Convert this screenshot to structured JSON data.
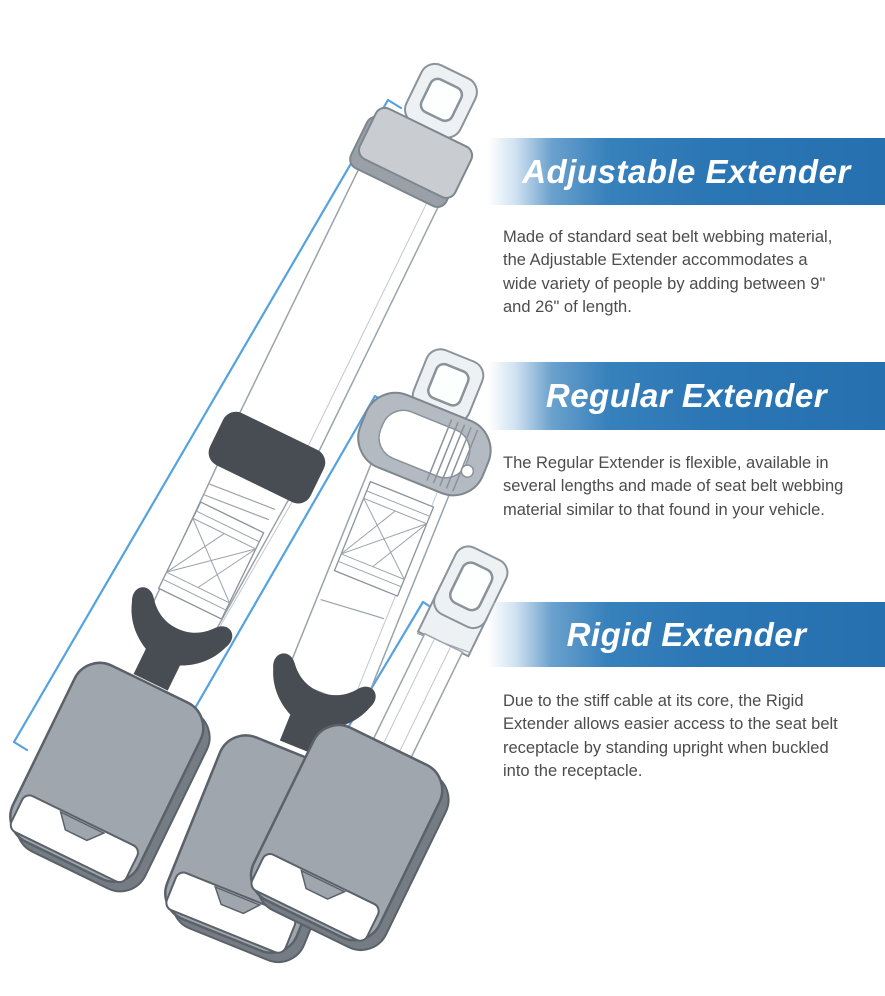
{
  "colors": {
    "banner_blue": "#2b76b4",
    "heading_text": "#ffffff",
    "body_text": "#4c4c4c",
    "bracket_blue": "#55a2e0",
    "buckle_gray": "#a0a6ad",
    "buckle_side_gray": "#757c84",
    "dark_gray": "#484d53",
    "sleeve_gray": "#c9cdd2",
    "collar_gray": "#b4bac1"
  },
  "sections": [
    {
      "title": "Adjustable Extender",
      "body_lines": [
        "Made of standard seat belt webbing material,",
        "the Adjustable Extender accommodates a",
        "wide variety of people by adding between 9\"",
        "and 26\" of length."
      ]
    },
    {
      "title": "Regular Extender",
      "body_lines": [
        "The Regular Extender is flexible, available in",
        "several lengths and made of seat belt webbing",
        "material similar to that found in your vehicle."
      ]
    },
    {
      "title": "Rigid Extender",
      "body_lines": [
        "Due to the stiff cable at its core, the Rigid",
        "Extender allows easier access to the seat belt",
        "receptacle by standing upright when buckled",
        "into the receptacle."
      ]
    }
  ]
}
